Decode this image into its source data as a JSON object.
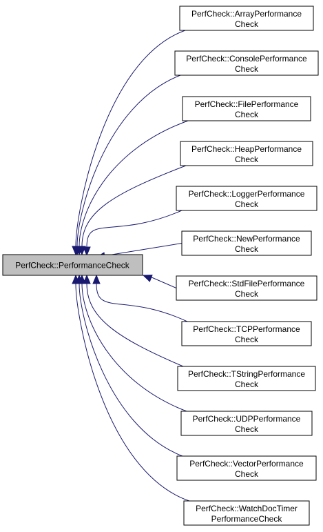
{
  "base": {
    "label": "PerfCheck::PerformanceCheck",
    "fill": "#bfbfbf"
  },
  "derived": [
    {
      "id": "array",
      "line1": "PerfCheck::ArrayPerformance",
      "line2": "Check"
    },
    {
      "id": "console",
      "line1": "PerfCheck::ConsolePerformance",
      "line2": "Check"
    },
    {
      "id": "file",
      "line1": "PerfCheck::FilePerformance",
      "line2": "Check"
    },
    {
      "id": "heap",
      "line1": "PerfCheck::HeapPerformance",
      "line2": "Check"
    },
    {
      "id": "logger",
      "line1": "PerfCheck::LoggerPerformance",
      "line2": "Check"
    },
    {
      "id": "new",
      "line1": "PerfCheck::NewPerformance",
      "line2": "Check"
    },
    {
      "id": "stdfile",
      "line1": "PerfCheck::StdFilePerformance",
      "line2": "Check"
    },
    {
      "id": "tcp",
      "line1": "PerfCheck::TCPPerformance",
      "line2": "Check"
    },
    {
      "id": "tstring",
      "line1": "PerfCheck::TStringPerformance",
      "line2": "Check"
    },
    {
      "id": "udp",
      "line1": "PerfCheck::UDPPerformance",
      "line2": "Check"
    },
    {
      "id": "vector",
      "line1": "PerfCheck::VectorPerformance",
      "line2": "Check"
    },
    {
      "id": "watchdoc",
      "line1": "PerfCheck::WatchDocTimer",
      "line2": "PerformanceCheck"
    }
  ],
  "colors": {
    "edge": "#191970",
    "border": "#000000",
    "node_fill": "#ffffff"
  }
}
